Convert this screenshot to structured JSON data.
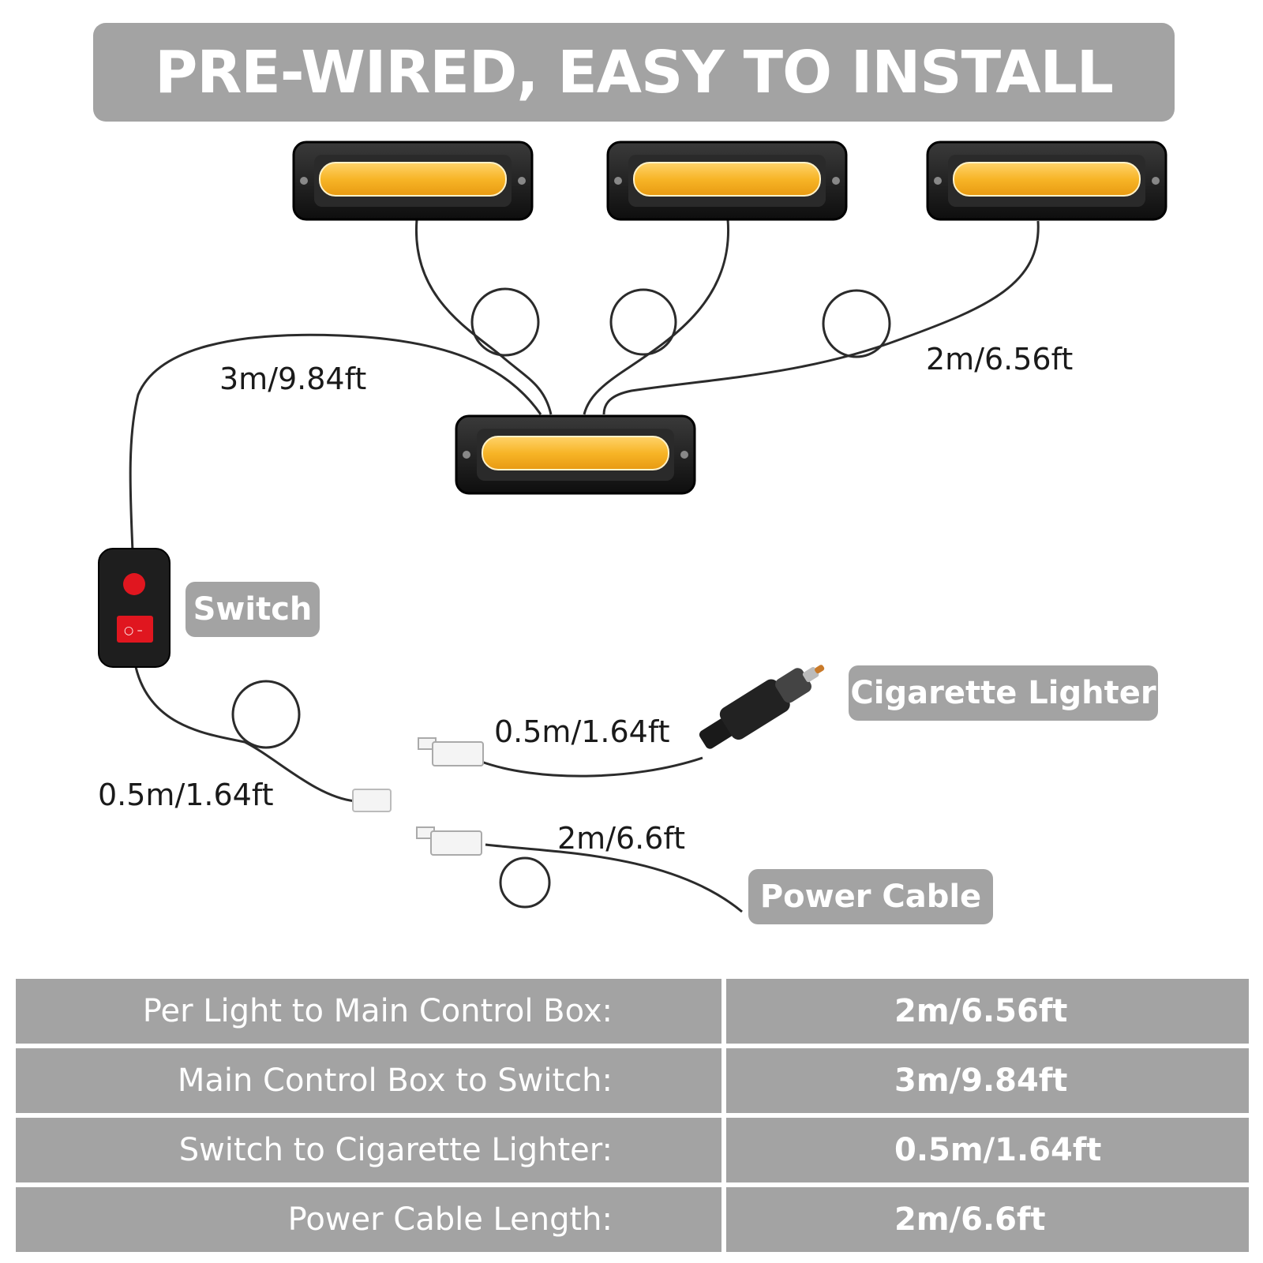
{
  "title": "PRE-WIRED, EASY TO INSTALL",
  "lengths": {
    "light_cable": "2m/6.56ft",
    "switch_cable": "3m/9.84ft",
    "switch_tail": "0.5m/1.64ft",
    "lighter_cable": "0.5m/1.64ft",
    "power_cable": "2m/6.6ft"
  },
  "tags": {
    "switch": "Switch",
    "cigarette_lighter": "Cigarette Lighter",
    "power_cable": "Power Cable"
  },
  "specs": [
    {
      "label": "Per Light to Main Control Box:",
      "value": "2m/6.56ft"
    },
    {
      "label": "Main Control Box to Switch:",
      "value": "3m/9.84ft"
    },
    {
      "label": "Switch to Cigarette Lighter:",
      "value": "0.5m/1.64ft"
    },
    {
      "label": "Power Cable Length:",
      "value": "2m/6.6ft"
    }
  ],
  "colors": {
    "banner": "#a3a3a3",
    "led_amber": "#f7b527",
    "housing": "#1b1b1b",
    "switch_red": "#e0161f"
  }
}
